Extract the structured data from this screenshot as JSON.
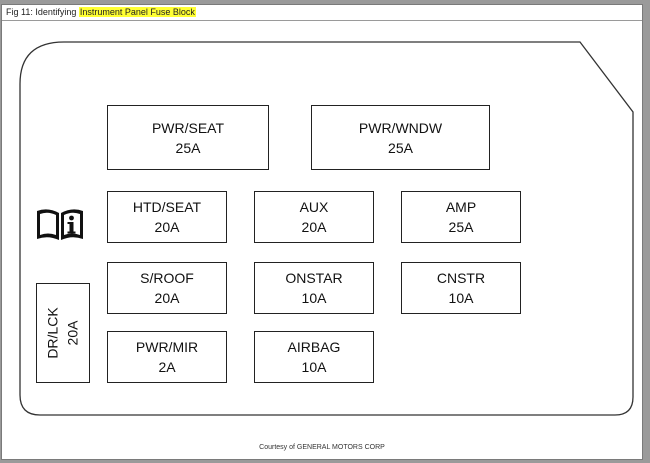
{
  "figure": {
    "title_prefix": "Fig 11: Identifying ",
    "title_highlight": "Instrument Panel Fuse Block",
    "highlight_color": "#ffff33",
    "caption": "Courtesy of GENERAL MOTORS CORP"
  },
  "fuses": {
    "pwr_seat": {
      "name": "PWR/SEAT",
      "rating": "25A"
    },
    "pwr_wndw": {
      "name": "PWR/WNDW",
      "rating": "25A"
    },
    "htd_seat": {
      "name": "HTD/SEAT",
      "rating": "20A"
    },
    "aux": {
      "name": "AUX",
      "rating": "20A"
    },
    "amp": {
      "name": "AMP",
      "rating": "25A"
    },
    "s_roof": {
      "name": "S/ROOF",
      "rating": "20A"
    },
    "onstar": {
      "name": "ONSTAR",
      "rating": "10A"
    },
    "cnstr": {
      "name": "CNSTR",
      "rating": "10A"
    },
    "pwr_mir": {
      "name": "PWR/MIR",
      "rating": "2A"
    },
    "airbag": {
      "name": "AIRBAG",
      "rating": "10A"
    },
    "dr_lck": {
      "name": "DR/LCK",
      "rating": "20A"
    }
  },
  "icons": {
    "manual": "owner-manual-info-icon"
  }
}
